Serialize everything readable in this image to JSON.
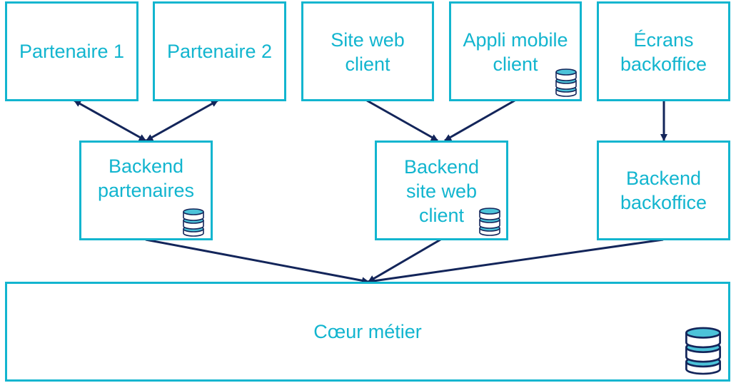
{
  "colors": {
    "box_border": "#12b5cf",
    "label_text": "#12b5cf",
    "arrow": "#13255a",
    "db_fill": "#4cc3d9",
    "db_stroke": "#13255a"
  },
  "nodes": {
    "partenaire1": {
      "label": "Partenaire 1",
      "has_database": false
    },
    "partenaire2": {
      "label": "Partenaire 2",
      "has_database": false
    },
    "site_web_client": {
      "label": "Site web\nclient",
      "has_database": false
    },
    "appli_mobile_client": {
      "label": "Appli mobile\nclient",
      "has_database": true
    },
    "ecrans_backoffice": {
      "label": "Écrans\nbackoffice",
      "has_database": false
    },
    "backend_partenaires": {
      "label": "Backend\npartenaires",
      "has_database": true
    },
    "backend_site_web_client": {
      "label": "Backend\nsite web\nclient",
      "has_database": true
    },
    "backend_backoffice": {
      "label": "Backend\nbackoffice",
      "has_database": false
    },
    "coeur_metier": {
      "label": "Cœur métier",
      "has_database": true
    }
  },
  "edges": [
    {
      "from": "partenaire1",
      "to": "backend_partenaires",
      "bidirectional": true
    },
    {
      "from": "partenaire2",
      "to": "backend_partenaires",
      "bidirectional": true
    },
    {
      "from": "site_web_client",
      "to": "backend_site_web_client",
      "bidirectional": false
    },
    {
      "from": "appli_mobile_client",
      "to": "backend_site_web_client",
      "bidirectional": false
    },
    {
      "from": "ecrans_backoffice",
      "to": "backend_backoffice",
      "bidirectional": false
    },
    {
      "from": "backend_partenaires",
      "to": "coeur_metier",
      "bidirectional": false
    },
    {
      "from": "backend_site_web_client",
      "to": "coeur_metier",
      "bidirectional": false
    },
    {
      "from": "backend_backoffice",
      "to": "coeur_metier",
      "bidirectional": false
    }
  ]
}
